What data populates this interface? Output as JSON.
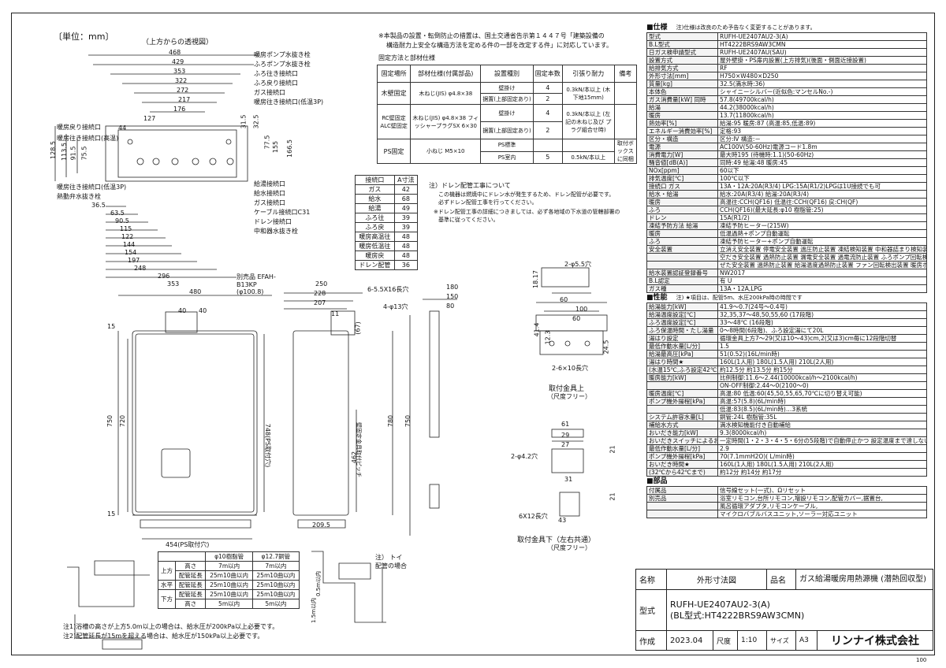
{
  "unit_label": "〔単位：mm〕",
  "top_view_label": "（上方からの透視図）",
  "top_view": {
    "right_labels": [
      "暖房ポンプ水抜き栓",
      "ふろポンプ水抜き栓",
      "ふろ往き接続口",
      "ふろ戻り接続口",
      "ガス接続口",
      "暖房往き接続口(低温3P)"
    ],
    "left_labels": [
      "暖房戻り接続口",
      "暖房往き接続口(高温)",
      "暖房往き接続口(低温3P)",
      "熱動弁水抜き栓"
    ],
    "right_lower_labels": [
      "給湯接続口",
      "給水接続口",
      "ガス接続口",
      "ケーブル接続口C31",
      "ドレン接続口",
      "中和器水抜き栓"
    ],
    "horiz_dims": [
      "468",
      "429",
      "353",
      "322",
      "272",
      "217",
      "176",
      "127",
      "44",
      "36.5",
      "63.5",
      "90.5",
      "115",
      "122",
      "144",
      "154",
      "197",
      "248",
      "296",
      "353"
    ],
    "vert_dims": [
      "128.5",
      "113.5",
      "91.5",
      "75.5",
      "31.5",
      "32.5",
      "77.5",
      "155",
      "166.5"
    ]
  },
  "notes_top": {
    "line1": "※本製品の設置・転倒防止の措置は、国土交通省告示第１４４７号「建築設備の",
    "line2": "構造耐力上安全な構造方法を定める件の一部を改定する件」に対応しています。",
    "section": "固定方法と部材仕様"
  },
  "fix_table": {
    "headers": [
      "固定場所",
      "部材仕様(付属部品)",
      "設置種別",
      "固定本数",
      "引張り耐力",
      "備考"
    ],
    "rows": [
      [
        "木壁固定",
        "木ねじ(JIS) φ4.8×38",
        "壁掛け",
        "4",
        "0.3kN/本以上 (木下地15mm)",
        ""
      ],
      [
        "",
        "",
        "据置(上部固定あり)",
        "2",
        "",
        ""
      ],
      [
        "RC壁固定 ALC壁固定",
        "木ねじ(JIS) φ4.8×38 フィッシャープラグSX 6×30",
        "壁掛け",
        "4",
        "0.3kN/本以上 (左記の木ねじ及び プラグ組合せ時)",
        ""
      ],
      [
        "",
        "",
        "据置(上部固定あり)",
        "2",
        "",
        ""
      ],
      [
        "PS固定",
        "小ねじ M5×10",
        "PS標準",
        "",
        "",
        "取付ボックス に同梱"
      ],
      [
        "",
        "",
        "PS室内",
        "5",
        "0.5kN/本以上",
        ""
      ]
    ]
  },
  "conn_table": {
    "headers": [
      "接続口",
      "A寸法"
    ],
    "rows": [
      [
        "ガス",
        "42"
      ],
      [
        "給水",
        "68"
      ],
      [
        "給湯",
        "49"
      ],
      [
        "ふろ往",
        "39"
      ],
      [
        "ふろ戻",
        "39"
      ],
      [
        "暖房高温往",
        "48"
      ],
      [
        "暖房低温往",
        "48"
      ],
      [
        "暖房戻",
        "48"
      ],
      [
        "ドレン配管",
        "36"
      ]
    ]
  },
  "drain_note": {
    "l1": "注）ドレン配管工事について",
    "l2": "この機器は燃焼中にドレン水が発生するため、ドレン配管が必要です。",
    "l3": "必ずドレン配管工事を行ってください。",
    "l4": "※ドレン配管工事の詳細につきましては、必ず各地域の下水道の管轄部署の",
    "l5": "基準に従ってください。"
  },
  "front_view": {
    "dims": [
      "480",
      "40",
      "40",
      "15",
      "750",
      "720",
      "15",
      "454(PS取付穴)",
      "748(PS取付穴)"
    ],
    "optional": "別売品 EFAH-B13KP (φ100.8)"
  },
  "side_view": {
    "dims": [
      "250",
      "228",
      "207",
      "11",
      "(67)",
      "780",
      "750",
      "209.5",
      "462",
      "壁固定金具取付ピッチ",
      "4-φ13穴",
      "6-5.5X16長穴"
    ]
  },
  "bracket_top": {
    "dims": [
      "180",
      "150",
      "80",
      "2-φ5.5穴",
      "18.17",
      "60",
      "100",
      "60",
      "41.4",
      "12.3",
      "24.5",
      "2-6×10長穴"
    ],
    "caption": "取付金具上",
    "sub": "（尺度フリー）"
  },
  "bracket_bottom": {
    "dims": [
      "61",
      "29",
      "27",
      "2-φ4.2穴",
      "31",
      "6X12長穴",
      "43",
      "21",
      "21"
    ],
    "caption": "取付金具下（左右共通）",
    "sub": "（尺度フリー）"
  },
  "pipe_table": {
    "headers": [
      "",
      "φ10樹脂管",
      "φ12.7銅管"
    ],
    "rows": [
      [
        "上方",
        "高さ",
        "7m以内",
        "7m以内"
      ],
      [
        "",
        "配管延長",
        "25m10曲以内",
        "25m10曲以内"
      ],
      [
        "水平",
        "配管延長",
        "25m10曲以内",
        "25m10曲以内"
      ],
      [
        "下方",
        "配管延長",
        "25m10曲以内",
        "25m10曲以内"
      ],
      [
        "",
        "高さ",
        "5m以内",
        "5m以内"
      ]
    ],
    "note1": "注1)浴槽の高さが上方5.0m以上の場合は、給水圧が200kPa以上必要です。",
    "note2": "注2)配管延長が15mを超える場合は、給水圧が150kPa以上必要です。",
    "trap_note": "注） トイ配管の場合",
    "vert_labels": [
      "0.5m以内",
      "1.5m以内"
    ]
  },
  "spec": {
    "title": "■仕様",
    "title_note": "注)仕様は改良のため予告なく変更することがあります。",
    "rows": [
      [
        "型式",
        "RUFH-UE2407AU2-3(A)"
      ],
      [
        "B.L型式",
        "HT4222BRS9AW3CMN"
      ],
      [
        "日ガス検申請型式",
        "RUFH-UE2407AU(SAU)"
      ],
      [
        "設置方式",
        "屋外壁掛・PS扉内設置(上方排気)(後面・側面近接設置)"
      ],
      [
        "給排気方式",
        "RF"
      ],
      [
        "外形寸法[mm]",
        "H750×W480×D250"
      ],
      [
        "質量[kg]",
        "32.5(満水時:36)"
      ],
      [
        "本体色",
        "シャイニーシルバー(近似色:マンセルNo.-)"
      ],
      [
        "ガス消費量[kW] 同時",
        "57.8(49700kcal/h)"
      ],
      [
        "給湯",
        "44.2(38000kcal/h)"
      ],
      [
        "暖房",
        "13.7(11800kcal/h)"
      ],
      [
        "熱効率[%]",
        "給湯:95 暖房:87 (高温:85,低温:89)"
      ],
      [
        "エネルギー消費効率[%]",
        "定格:93"
      ],
      [
        "区分・構造",
        "区分:Ⅳ 構造:－"
      ],
      [
        "電源",
        "AC100V(50-60Hz)電源コード1.8m"
      ],
      [
        "消費電力[W]",
        "最大時195 (待機時:1.1)(50-60Hz)"
      ],
      [
        "騒音値[dB(A)]",
        "同時:49 給湯:48 暖房:45"
      ],
      [
        "NOx[ppm]",
        "60以下"
      ],
      [
        "排気温度[℃]",
        "100℃以下"
      ],
      [
        "接続口 ガス",
        "13A・12A:20A(R3/4) LPG:15A(R1/2)LPGは1U接続でも可"
      ],
      [
        "給水・給湯",
        "給水:20A(R3/4) 給湯:20A(R3/4)"
      ],
      [
        "暖房",
        "高温往:CCH(QF16) 低温往:CCH(QF16) 戻:CH(QF)"
      ],
      [
        "ふろ",
        "CCH(QF16)(最大延長:φ10 樹脂管:25)"
      ],
      [
        "ドレン",
        "15A(R1/2)"
      ],
      [
        "凍結予防方法 給湯",
        "凍結予防ヒーター(215W)"
      ],
      [
        "暖房",
        "低温過熱+ポンプ自動運転"
      ],
      [
        "ふろ",
        "凍結予防ヒーター+ポンプ自動運転"
      ],
      [
        "安全装置",
        "立消え安全装置 停電安全装置 過圧防止装置 凍結検知装置 中和器詰まり検知装置"
      ],
      [
        "",
        "空だき安全装置 過熱防止装置 漏電安全装置 過電流防止装置 ふろポンプ回転検出装置"
      ],
      [
        "",
        "ぜた安全装置 過熱防止装置 給湯温度過熱防止装置 ファン回転検出装置 暖房ポンプ回転検出装置"
      ],
      [
        "給水装置認証登録番号",
        "NW2017"
      ],
      [
        "B.L認定",
        "有 U"
      ],
      [
        "ガス種",
        "13A・12A,LPG"
      ]
    ],
    "perf_title": "■性能",
    "perf_note": "注) ★項目は、配管5m、水圧200kPa時の時間です",
    "perf_rows": [
      [
        "給湯能力[kW]",
        "41.9～0.7(24号～0.4号)"
      ],
      [
        "給湯温度設定[℃]",
        "32,35,37～48,50,55,60 (17段階)"
      ],
      [
        "ふろ温度設定[℃]",
        "33～48℃ (16段階)"
      ],
      [
        "ふろ保温時間・たし湯量",
        "0～8時間(6段階)、ふろ設定湯にて20L"
      ],
      [
        "湯はり設定",
        "循環金具上方7～29(又は10～43)cm,2(又は3)cm毎に12段階切替"
      ],
      [
        "最低作動水量[L/分]",
        "1.5"
      ],
      [
        "給湯最高圧[kPa]",
        "51(0.52)(16L/min時)"
      ],
      [
        "湯はり時間★",
        "160L(1人用) 180L(1.5人用) 210L(2人用)"
      ],
      [
        "(水温15℃,ふろ設定42℃)",
        "約12.5分 約13.5分 約15分"
      ],
      [
        "暖房能力[kW]",
        "比例制御:11.6～2.44(10000kcal/h～2100kcal/h)"
      ],
      [
        "",
        "ON-OFF制御:2.44～0(2100～0)"
      ],
      [
        "暖房温度[℃]",
        "高温:80 低温:60(45,50,55,65,70℃に切り替え可能)"
      ],
      [
        "ポンプ機外揚程[kPa]",
        "高温:57(5.8)(6L/min時)"
      ],
      [
        "",
        "低温:83(8.5)(6L/min時)…3系統"
      ],
      [
        "システム許容水量[L]",
        "銅管:24L 樹脂管:35L"
      ],
      [
        "補給水方式",
        "満水検知機能付き自動補給"
      ],
      [
        "おいだき能力[kW]",
        "9.3(8000kcal/h)"
      ],
      [
        "おいだきスイッチによるおいだき",
        "一定時間(1・2・3・4・5・6分の5段階)で自動停止かつ 設定温度まで達しない場合は設定温度にて自動停止"
      ],
      [
        "最低作動水量[L/分]",
        "2.9"
      ],
      [
        "ポンプ機外揚程[kPa]",
        "70(7.1mmH2O)(   L/min時)"
      ],
      [
        "おいだき時間★",
        "160L(1人用) 180L(1.5人用) 210L(2人用)"
      ],
      [
        "(32℃から42℃まで)",
        "約12分 約14分 約17分"
      ]
    ],
    "parts_title": "■部品",
    "parts_rows": [
      [
        "付属品",
        "信号線セット(一式)、Ωリセット"
      ],
      [
        "別売品",
        "浴室リモコン,台所リモコン,増設リモコン,配管カバー,据置台,"
      ],
      [
        "",
        "風呂循環アダプタ,リモコンケーブル,"
      ],
      [
        "",
        "マイクロバブルバスユニット,ソーラー対応ユニット"
      ]
    ]
  },
  "title_block": {
    "name_label": "名称",
    "name_value": "外形寸法図",
    "item_label": "品名",
    "item_value": "ガス給湯暖房用熱源機 (潜熱回収型)",
    "model_label": "型式",
    "model_value": "RUFH-UE2407AU2-3(A)",
    "model_bl": "(BL型式:HT4222BRS9AW3CMN)",
    "made_label": "作成",
    "made_value": "2023.04",
    "scale_label": "尺度",
    "scale_value": "1:10",
    "size_label": "サイズ",
    "size_value": "A3",
    "company": "リンナイ株式会社",
    "page_no": "100"
  }
}
